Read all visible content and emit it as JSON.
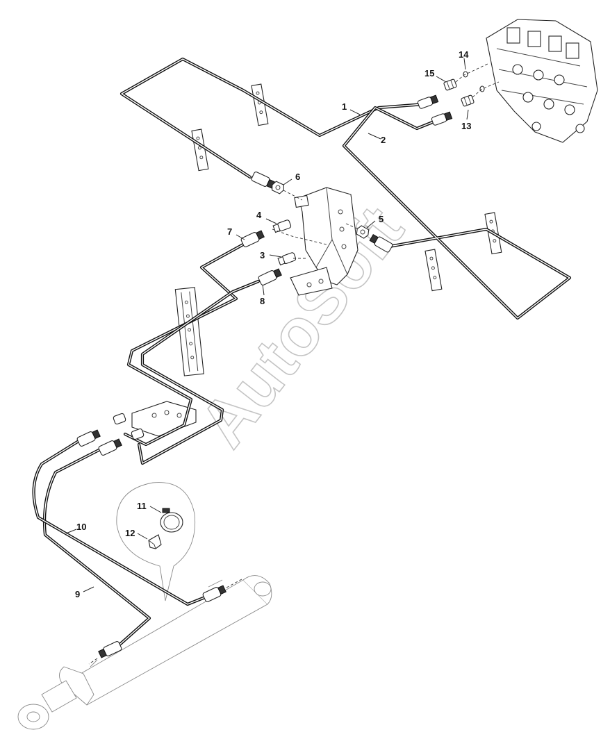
{
  "callouts": {
    "c1": "1",
    "c2": "2",
    "c3": "3",
    "c4": "4",
    "c5": "5",
    "c6": "6",
    "c7": "7",
    "c8": "8",
    "c9": "9",
    "c10": "10",
    "c11": "11",
    "c12": "12",
    "c13": "13",
    "c14": "14",
    "c15": "15"
  },
  "watermark": "AutoSoft"
}
